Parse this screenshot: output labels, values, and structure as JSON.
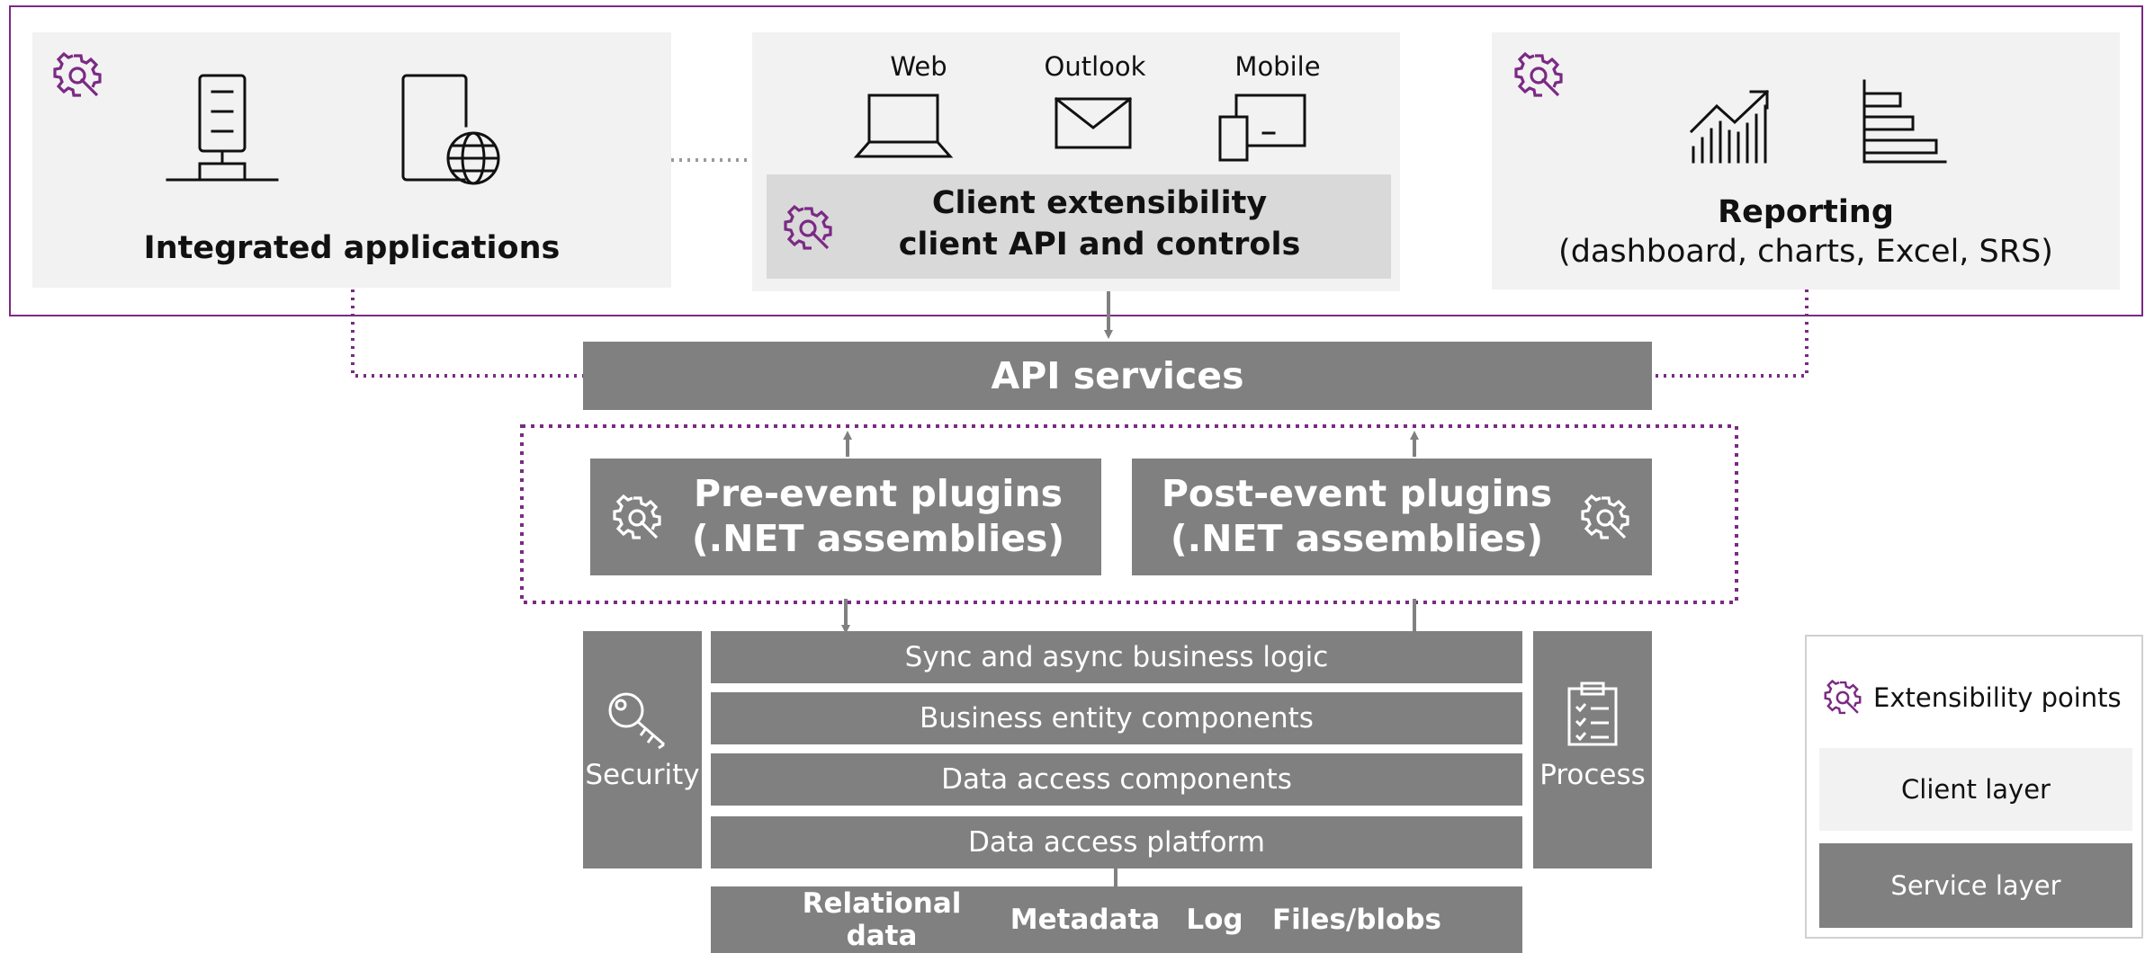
{
  "client_layer": {
    "integrated_applications": "Integrated applications",
    "clients": [
      {
        "label": "Web",
        "icon": "laptop-icon"
      },
      {
        "label": "Outlook",
        "icon": "mail-icon"
      },
      {
        "label": "Mobile",
        "icon": "mobile-devices-icon"
      }
    ],
    "client_extensibility_line1": "Client extensibility",
    "client_extensibility_line2": "client API and controls",
    "reporting_title": "Reporting",
    "reporting_subtitle": "(dashboard, charts, Excel, SRS)"
  },
  "api_services": "API services",
  "plugins": {
    "pre_line1": "Pre-event plugins",
    "pre_line2": "(.NET assemblies)",
    "post_line1": "Post-event plugins",
    "post_line2": "(.NET assemblies)"
  },
  "service_stack": {
    "security": "Security",
    "process": "Process",
    "layers": [
      "Sync and async business logic",
      "Business entity components",
      "Data access components",
      "Data access platform"
    ],
    "storage": [
      "Relational data",
      "Metadata",
      "Log",
      "Files/blobs"
    ]
  },
  "legend": {
    "extensibility_points": "Extensibility points",
    "client_layer": "Client layer",
    "service_layer": "Service layer"
  },
  "colors": {
    "accent": "#7b2a84",
    "service_layer": "#808080",
    "client_layer": "#f2f2f2",
    "client_api_box": "#d9d9d9"
  }
}
